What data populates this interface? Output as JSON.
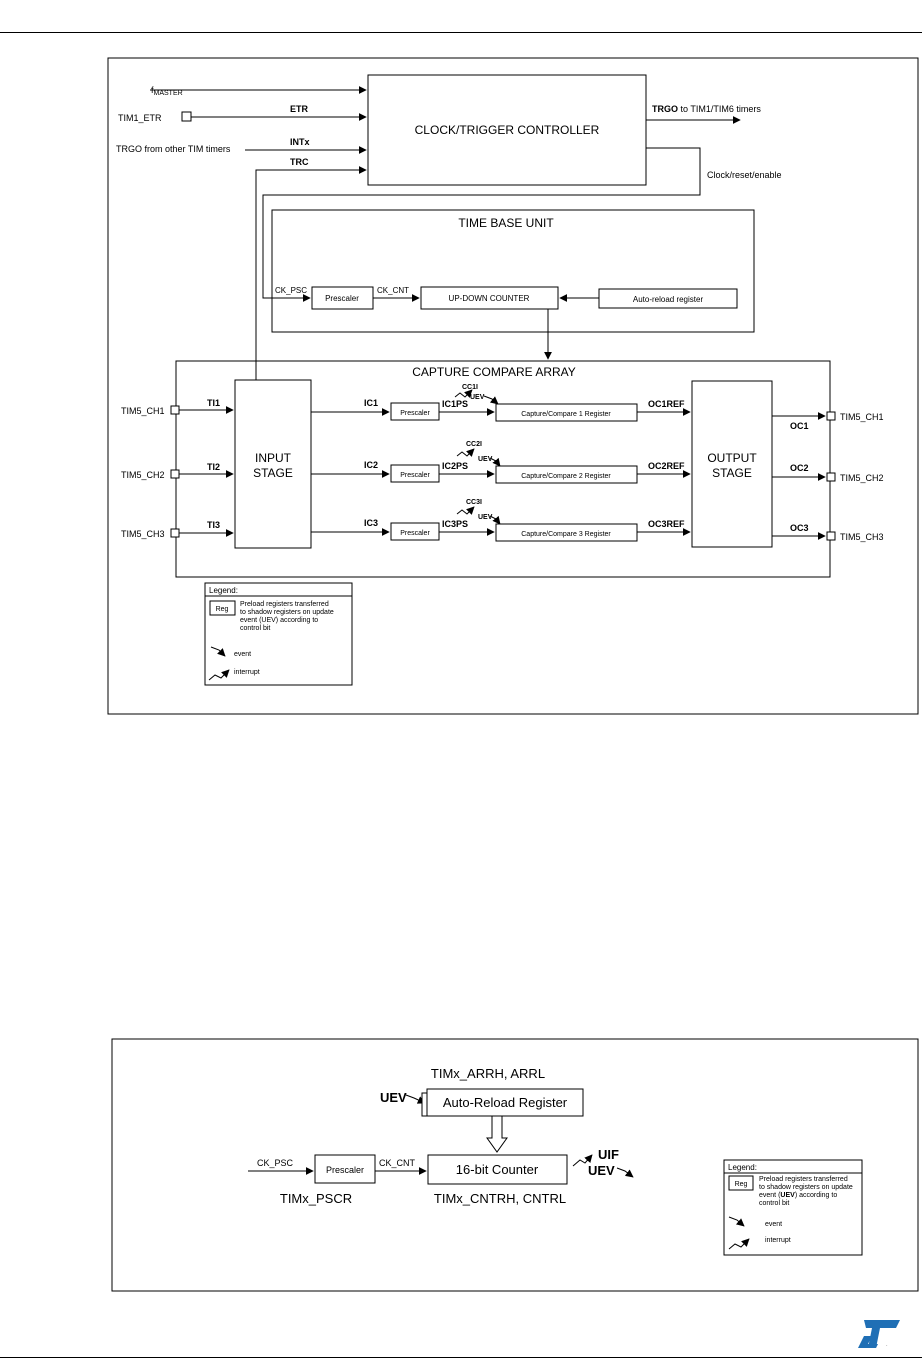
{
  "diagram1": {
    "inputs": {
      "fmaster_main": "f",
      "fmaster_sub": "MASTER",
      "tim1_etr": "TIM1_ETR",
      "trgo_other": "TRGO from other TIM timers"
    },
    "signals": {
      "etr": "ETR",
      "intx": "INTx",
      "trc": "TRC",
      "trgo_out": "TRGO",
      "trgo_out_rest": " to TIM1/TIM6 timers",
      "clock_reset": "Clock/reset/enable"
    },
    "controller": "CLOCK/TRIGGER CONTROLLER",
    "time_base": {
      "title": "TIME BASE UNIT",
      "ck_psc": "CK_PSC",
      "prescaler": "Prescaler",
      "ck_cnt": "CK_CNT",
      "counter": "UP-DOWN COUNTER",
      "autoreload": "Auto-reload register"
    },
    "capture": {
      "title": "CAPTURE COMPARE ARRAY",
      "input_stage_1": "INPUT",
      "input_stage_2": "STAGE",
      "output_stage_1": "OUTPUT",
      "output_stage_2": "STAGE",
      "channels": [
        {
          "in_pin": "TIM5_CH1",
          "ti": "TI1",
          "ic": "IC1",
          "prescaler": "Prescaler",
          "icps": "IC1PS",
          "cci": "CC1I",
          "uev": "UEV",
          "register": "Capture/Compare 1 Register",
          "ocref": "OC1REF",
          "oc": "OC1",
          "out_pin": "TIM5_CH1"
        },
        {
          "in_pin": "TIM5_CH2",
          "ti": "TI2",
          "ic": "IC2",
          "prescaler": "Prescaler",
          "icps": "IC2PS",
          "cci": "CC2I",
          "uev": "UEV",
          "register": "Capture/Compare 2 Register",
          "ocref": "OC2REF",
          "oc": "OC2",
          "out_pin": "TIM5_CH2"
        },
        {
          "in_pin": "TIM5_CH3",
          "ti": "TI3",
          "ic": "IC3",
          "prescaler": "Prescaler",
          "icps": "IC3PS",
          "cci": "CC3I",
          "uev": "UEV",
          "register": "Capture/Compare 3 Register",
          "ocref": "OC3REF",
          "oc": "OC3",
          "out_pin": "TIM5_CH3"
        }
      ]
    },
    "legend": {
      "title": "Legend:",
      "reg": "Reg",
      "preload_1": "Preload registers transferred",
      "preload_2": "to shadow registers on update",
      "preload_3": "event (UEV) according to",
      "preload_4": "control bit",
      "event": "event",
      "interrupt": "interrupt"
    }
  },
  "diagram2": {
    "arr_label": "TIMx_ARRH, ARRL",
    "uev_in": "UEV",
    "autoreload": "Auto-Reload Register",
    "ck_psc": "CK_PSC",
    "prescaler": "Prescaler",
    "ck_cnt": "CK_CNT",
    "counter": "16-bit Counter",
    "uif": "UIF",
    "uev_out": "UEV",
    "pscr_label": "TIMx_PSCR",
    "cntr_label": "TIMx_CNTRH, CNTRL",
    "legend": {
      "title": "Legend:",
      "reg": "Reg",
      "preload_1": "Preload registers transferred",
      "preload_2": "to shadow registers on update",
      "preload_3_pre": "event (",
      "preload_3_uev": "UEV",
      "preload_3_post": ") according to",
      "preload_4": "control bit",
      "event": "event",
      "interrupt": "interrupt"
    }
  },
  "footer": {
    "logo": "ST"
  }
}
